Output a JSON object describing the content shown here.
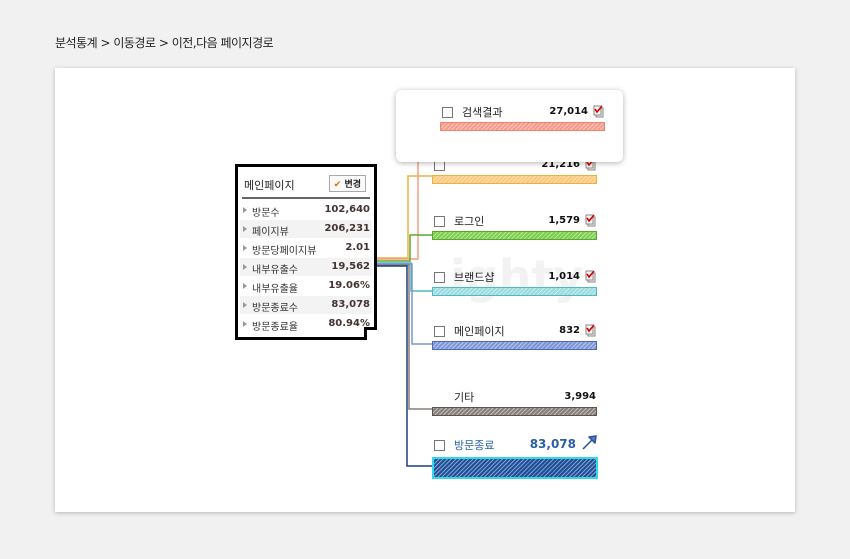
{
  "breadcrumb": "분석통계 > 이동경로 > 이전,다음 페이지경로",
  "watermark": "ighty",
  "info": {
    "title": "메인페이지",
    "change_button": "변경",
    "check": "✔",
    "rows": [
      {
        "k": "방문수",
        "v": "102,640"
      },
      {
        "k": "페이지뷰",
        "v": "206,231"
      },
      {
        "k": "방문당페이지뷰",
        "v": "2.01"
      },
      {
        "k": "내부유출수",
        "v": "19,562"
      },
      {
        "k": "내부유출율",
        "v": "19.06%"
      },
      {
        "k": "방문종료수",
        "v": "83,078"
      },
      {
        "k": "방문종료율",
        "v": "80.94%"
      }
    ]
  },
  "items": [
    {
      "label": "검색결과",
      "value": "27,014",
      "color": "#f08070",
      "fill": "#f79a8a"
    },
    {
      "label": "",
      "value": "21,216",
      "color": "#f0b040",
      "fill": "#fdc87a"
    },
    {
      "label": "로그인",
      "value": "1,579",
      "color": "#58a830",
      "fill": "#7ccf4a"
    },
    {
      "label": "브랜드샵",
      "value": "1,014",
      "color": "#50b8c0",
      "fill": "#9adbe0"
    },
    {
      "label": "메인페이지",
      "value": "832",
      "color": "#4a6ab8",
      "fill": "#7a96d8"
    },
    {
      "label": "기타",
      "value": "3,994",
      "color": "#555",
      "fill": "#8a7f78"
    },
    {
      "label": "방문종료",
      "value": "83,078",
      "color": "#30d8e8",
      "fill": "#1e4f9a"
    }
  ]
}
